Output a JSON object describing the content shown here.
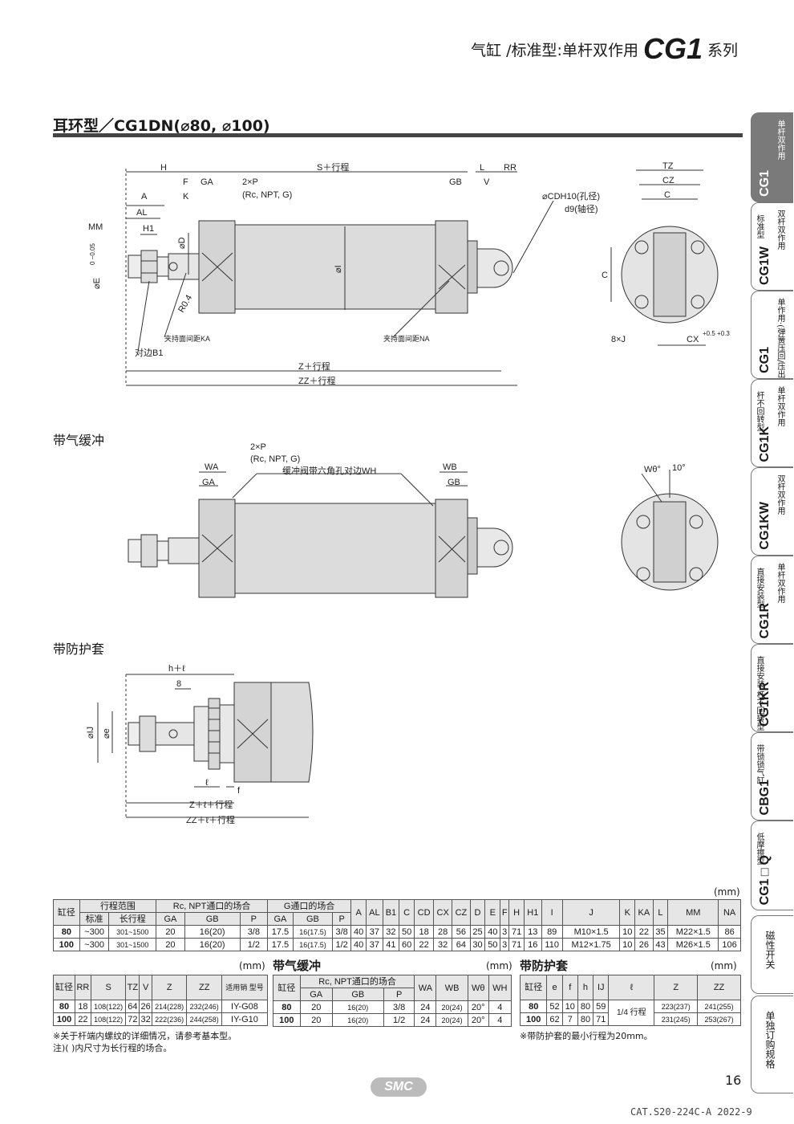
{
  "header": {
    "prefix": "气缸 /标准型:单杆双作用",
    "series_code": "CG1",
    "suffix": "系列"
  },
  "section_title": "耳环型／CG1DN(⌀80, ⌀100)",
  "subsections": {
    "cushion": "带气缓冲",
    "boot": "带防护套"
  },
  "drawing_labels": {
    "H": "H",
    "S_stroke": "S＋行程",
    "L": "L",
    "RR": "RR",
    "F": "F",
    "GA": "GA",
    "GB": "GB",
    "A": "A",
    "K": "K",
    "AL": "AL",
    "V": "V",
    "MM": "MM",
    "H1": "H1",
    "D": "⌀D",
    "E": "⌀E",
    "E_tol": "0 −0.05",
    "I": "⌀I",
    "R04": "R0.4",
    "KA": "夹持面间距KA",
    "NA": "夹持面间距NA",
    "B1": "对边B1",
    "Z_stroke": "Z＋行程",
    "ZZ_stroke": "ZZ＋行程",
    "port": "2×P",
    "port_sub": "(Rc, NPT, G)",
    "CD": "⌀CDH10(孔径)",
    "d9": "d9(轴径)",
    "TZ": "TZ",
    "CZ": "CZ",
    "C": "C",
    "J": "8×J",
    "CX": "CX",
    "CX_tol": "+0.5 +0.3",
    "WA": "WA",
    "WB": "WB",
    "WH_note": "缓冲阀带六角孔对边WH",
    "Wtheta": "Wθ°",
    "ten_deg": "10°",
    "h": "h＋ℓ",
    "eight": "8",
    "IJ": "⌀IJ",
    "e": "⌀e",
    "l": "ℓ",
    "f": "f",
    "Z_l": "Z＋ℓ＋行程",
    "ZZ_l": "ZZ＋ℓ＋行程"
  },
  "unit": "(mm)",
  "table1": {
    "group_headers": [
      "缸径",
      "行程范围",
      "Rc, NPT通口的场合",
      "G通口的场合"
    ],
    "sub_headers": [
      "标准",
      "长行程",
      "GA",
      "GB",
      "P",
      "GA",
      "GB",
      "P"
    ],
    "col_headers": [
      "A",
      "AL",
      "B1",
      "C",
      "CD",
      "CX",
      "CZ",
      "D",
      "E",
      "F",
      "H",
      "H1",
      "I",
      "J",
      "K",
      "KA",
      "L",
      "MM",
      "NA"
    ],
    "rows": [
      [
        "80",
        "~300",
        "301~1500",
        "20",
        "16(20)",
        "3/8",
        "17.5",
        "16(17.5)",
        "3/8",
        "40",
        "37",
        "32",
        "50",
        "18",
        "28",
        "56",
        "25",
        "40",
        "3",
        "71",
        "13",
        "89",
        "M10×1.5",
        "10",
        "22",
        "35",
        "M22×1.5",
        "86"
      ],
      [
        "100",
        "~300",
        "301~1500",
        "20",
        "16(20)",
        "1/2",
        "17.5",
        "16(17.5)",
        "1/2",
        "40",
        "37",
        "41",
        "60",
        "22",
        "32",
        "64",
        "30",
        "50",
        "3",
        "71",
        "16",
        "110",
        "M12×1.75",
        "10",
        "26",
        "43",
        "M26×1.5",
        "106"
      ]
    ]
  },
  "table2": {
    "headers": [
      "缸径",
      "RR",
      "S",
      "TZ",
      "V",
      "Z",
      "ZZ",
      "适用销 型号"
    ],
    "rows": [
      [
        "80",
        "18",
        "108(122)",
        "64",
        "26",
        "214(228)",
        "232(246)",
        "IY-G08"
      ],
      [
        "100",
        "22",
        "108(122)",
        "72",
        "32",
        "222(236)",
        "244(258)",
        "IY-G10"
      ]
    ]
  },
  "table3": {
    "title": "带气缓冲",
    "headers": [
      "缸径",
      "Rc, NPT通口的场合",
      "WA",
      "WB",
      "Wθ",
      "WH"
    ],
    "sub_headers": [
      "GA",
      "GB",
      "P"
    ],
    "rows": [
      [
        "80",
        "20",
        "16(20)",
        "3/8",
        "24",
        "20(24)",
        "20°",
        "4"
      ],
      [
        "100",
        "20",
        "16(20)",
        "1/2",
        "24",
        "20(24)",
        "20°",
        "4"
      ]
    ]
  },
  "table4": {
    "title": "带防护套",
    "headers": [
      "缸径",
      "e",
      "f",
      "h",
      "IJ",
      "ℓ",
      "Z",
      "ZZ"
    ],
    "l_value": "1/4 行程",
    "rows": [
      [
        "80",
        "52",
        "10",
        "80",
        "59",
        "223(237)",
        "241(255)"
      ],
      [
        "100",
        "62",
        "7",
        "80",
        "71",
        "231(245)",
        "253(267)"
      ]
    ]
  },
  "footnotes": {
    "note1": "※关于杆端内螺纹的详细情况，请参考基本型。",
    "note2": "注)(  )内尺寸为长行程的场合。",
    "note3": "※带防护套的最小行程为20mm。"
  },
  "page_number": "16",
  "brand": "SMC",
  "catalog": "CAT.S20-224C-A 2022-9",
  "tabs": [
    {
      "code": "CG1",
      "label": "单杆双作用",
      "active": true
    },
    {
      "code": "CG1W",
      "label": "双杆双作用",
      "side": "标准型"
    },
    {
      "code": "CG1",
      "label": "单作用·(弹簧压回/压出)"
    },
    {
      "code": "CG1K",
      "label": "单杆双作用",
      "side": "杆不回转型"
    },
    {
      "code": "CG1KW",
      "label": "双杆双作用"
    },
    {
      "code": "CG1R",
      "label": "单杆双作用",
      "side": "直接安装型"
    },
    {
      "code": "CG1KR",
      "label": "",
      "side": "直接安装·杆不回转型"
    },
    {
      "code": "CBG1",
      "label": "",
      "side": "带锁锁气缸"
    },
    {
      "code": "CG1□Q",
      "label": "",
      "side": "低摩擦型"
    },
    {
      "code": "",
      "label": "磁性开关"
    },
    {
      "code": "",
      "label": "单独订购规格"
    }
  ],
  "colors": {
    "cylinder_fill": "#d4d4d4",
    "line": "#333333",
    "tab_active": "#7a7a7a"
  }
}
